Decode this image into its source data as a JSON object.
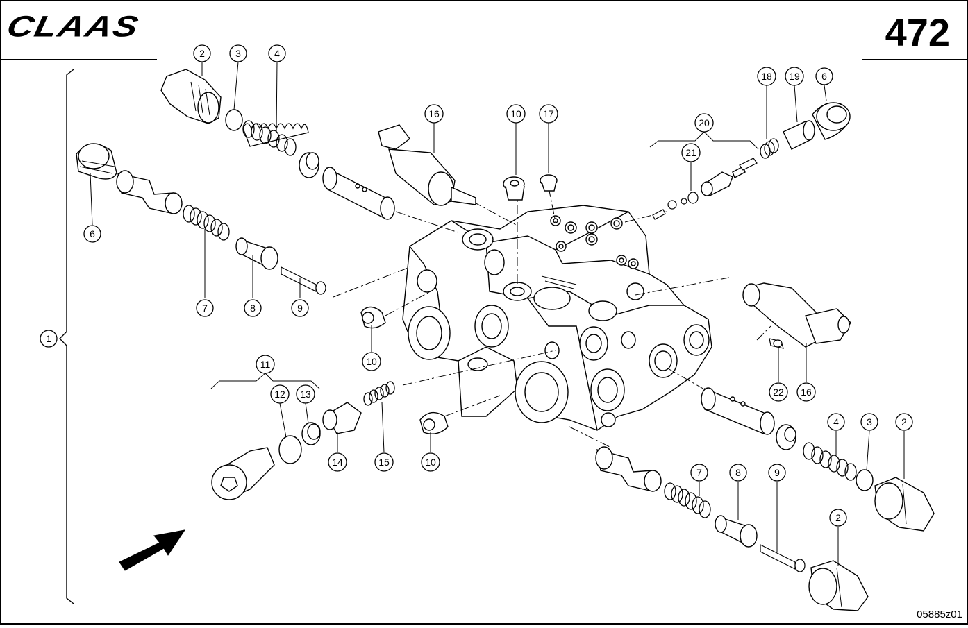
{
  "header": {
    "brand": "CLAAS",
    "page_number": "472"
  },
  "footer": {
    "doc_ref": "05885z01"
  },
  "callouts": [
    {
      "id": "c-1",
      "label": "1"
    },
    {
      "id": "c-2a",
      "label": "2"
    },
    {
      "id": "c-3a",
      "label": "3"
    },
    {
      "id": "c-4a",
      "label": "4"
    },
    {
      "id": "c-6a",
      "label": "6"
    },
    {
      "id": "c-7a",
      "label": "7"
    },
    {
      "id": "c-8a",
      "label": "8"
    },
    {
      "id": "c-9a",
      "label": "9"
    },
    {
      "id": "c-10a",
      "label": "10"
    },
    {
      "id": "c-16a",
      "label": "16"
    },
    {
      "id": "c-10b",
      "label": "10"
    },
    {
      "id": "c-17",
      "label": "17"
    },
    {
      "id": "c-18",
      "label": "18"
    },
    {
      "id": "c-19",
      "label": "19"
    },
    {
      "id": "c-6b",
      "label": "6"
    },
    {
      "id": "c-20",
      "label": "20"
    },
    {
      "id": "c-21",
      "label": "21"
    },
    {
      "id": "c-22",
      "label": "22"
    },
    {
      "id": "c-16b",
      "label": "16"
    },
    {
      "id": "c-11",
      "label": "11"
    },
    {
      "id": "c-12",
      "label": "12"
    },
    {
      "id": "c-13",
      "label": "13"
    },
    {
      "id": "c-14",
      "label": "14"
    },
    {
      "id": "c-15",
      "label": "15"
    },
    {
      "id": "c-10c",
      "label": "10"
    },
    {
      "id": "c-4b",
      "label": "4"
    },
    {
      "id": "c-3b",
      "label": "3"
    },
    {
      "id": "c-2b",
      "label": "2"
    },
    {
      "id": "c-7b",
      "label": "7"
    },
    {
      "id": "c-8b",
      "label": "8"
    },
    {
      "id": "c-9b",
      "label": "9"
    },
    {
      "id": "c-2c",
      "label": "2"
    }
  ]
}
